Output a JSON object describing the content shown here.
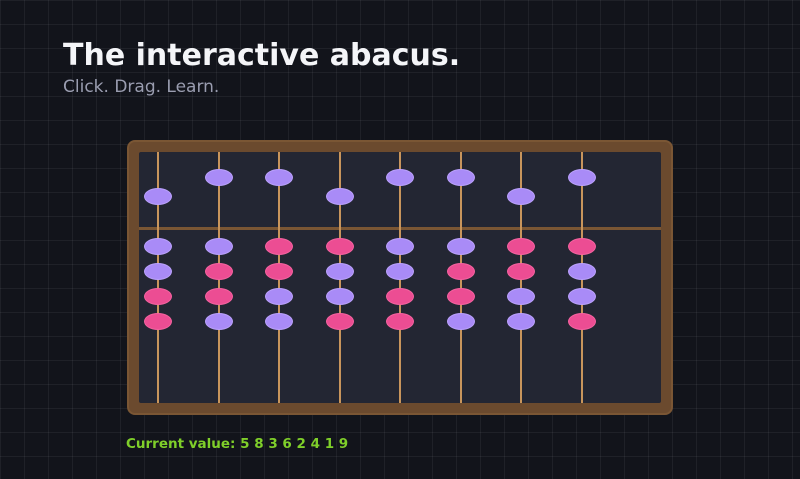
{
  "header": {
    "title": "The interactive abacus.",
    "subtitle": "Click. Drag. Learn."
  },
  "abacus": {
    "rods": [
      {
        "heaven": "violet",
        "heaven_lowered": true,
        "earth": [
          "violet",
          "violet",
          "pink",
          "pink"
        ]
      },
      {
        "heaven": "violet",
        "heaven_lowered": false,
        "earth": [
          "violet",
          "pink",
          "pink",
          "violet"
        ]
      },
      {
        "heaven": "violet",
        "heaven_lowered": false,
        "earth": [
          "pink",
          "pink",
          "violet",
          "violet"
        ]
      },
      {
        "heaven": "violet",
        "heaven_lowered": true,
        "earth": [
          "pink",
          "violet",
          "violet",
          "pink"
        ]
      },
      {
        "heaven": "violet",
        "heaven_lowered": false,
        "earth": [
          "violet",
          "violet",
          "pink",
          "pink"
        ]
      },
      {
        "heaven": "violet",
        "heaven_lowered": false,
        "earth": [
          "violet",
          "pink",
          "pink",
          "violet"
        ]
      },
      {
        "heaven": "violet",
        "heaven_lowered": true,
        "earth": [
          "pink",
          "pink",
          "violet",
          "violet"
        ]
      },
      {
        "heaven": "violet",
        "heaven_lowered": false,
        "earth": [
          "pink",
          "violet",
          "violet",
          "pink"
        ]
      }
    ]
  },
  "status": {
    "current_value": "Current value: 5 8 3 6 2 4 1 9"
  },
  "colors": {
    "violet": "#a98bf7",
    "pink": "#ec4d93",
    "frame": "#6b4a2e",
    "rod": "#c8955c",
    "value_text": "#7fcf2a"
  }
}
